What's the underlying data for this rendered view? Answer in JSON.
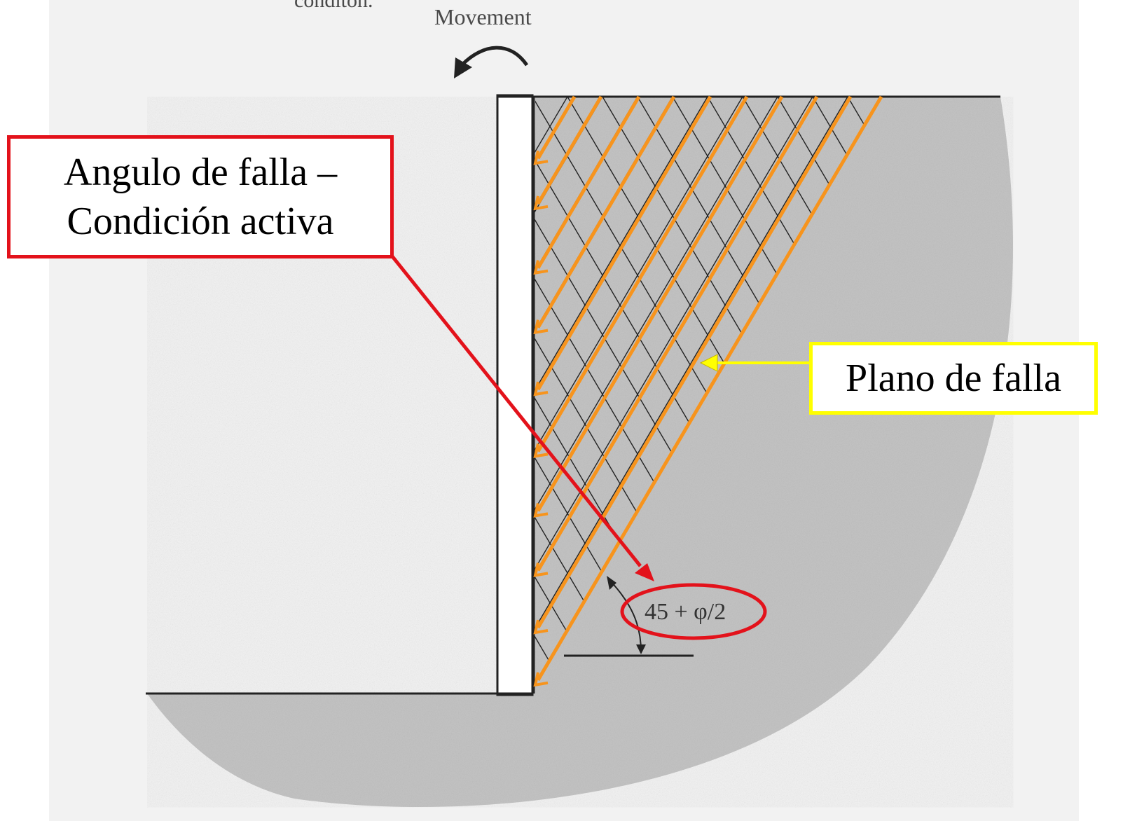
{
  "figure": {
    "caption_fragment": "conditon.",
    "movement_label": "Movement",
    "angle_label": "45 + φ/2"
  },
  "callouts": {
    "active_condition": {
      "line1": "Angulo de falla –",
      "line2": "Condición activa"
    },
    "failure_plane": {
      "label": "Plano de falla"
    }
  },
  "colors": {
    "active_callout_border": "#e3121b",
    "plane_callout_border": "#ffff00",
    "failure_lines": "#f7941d",
    "soil_fill": "#c4c4c4",
    "highlight_ellipse": "#e3121b"
  }
}
